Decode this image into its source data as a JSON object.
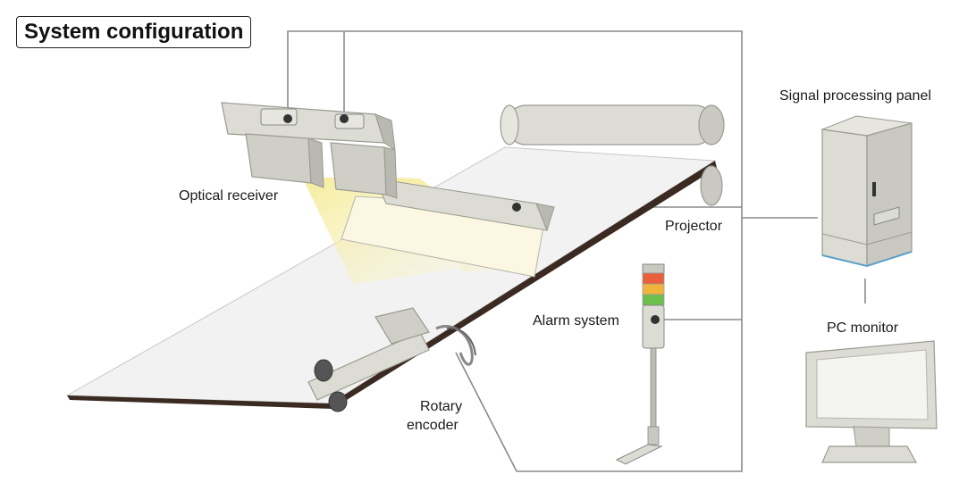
{
  "title": "System configuration",
  "labels": {
    "optical_receiver": "Optical receiver",
    "projector": "Projector",
    "signal_panel": "Signal processing panel",
    "pc_monitor": "PC monitor",
    "alarm_system": "Alarm system",
    "rotary_encoder_line1": "Rotary",
    "rotary_encoder_line2": "encoder"
  },
  "colors": {
    "line": "#8a8a8a",
    "equipment": "#dcdcd4",
    "equipment_dark": "#b9b9b1",
    "light_beam": "#f3eaa0",
    "sheet": "#f2f2f2",
    "sheet_edge": "#3a2a22",
    "lamp_red": "#e8603c",
    "lamp_yellow": "#f0b43c",
    "lamp_green": "#6cbf4c",
    "panel_base_accent": "#5aa0c8"
  }
}
